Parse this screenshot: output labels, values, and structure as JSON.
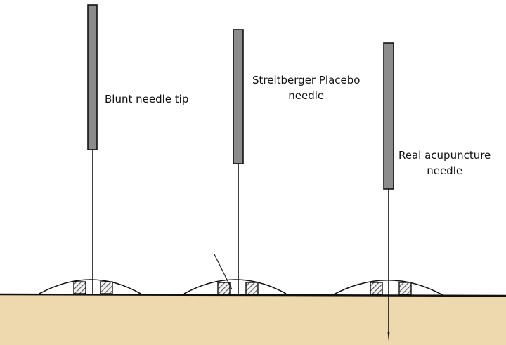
{
  "diagram": {
    "labels": {
      "blunt": "Blunt needle tip",
      "placebo_line1": "Streitberger Placebo",
      "placebo_line2": "needle",
      "real_line1": "Real acupuncture",
      "real_line2": "needle"
    },
    "colors": {
      "skin": "#EED9AE",
      "handle": "#8C8C8C",
      "outline": "#111111",
      "hatch": "#555555"
    }
  }
}
